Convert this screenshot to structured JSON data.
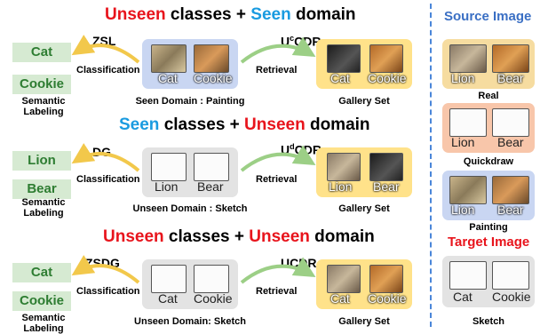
{
  "rows": [
    {
      "title": {
        "part1": "Unseen",
        "part2": " classes + ",
        "part3": "Seen",
        "part4": " domain"
      },
      "left_task": "ZSL",
      "left_arrow_label": "Classification",
      "right_task_main": "U",
      "right_task_sup": "c",
      "right_task_rest": "CDR",
      "right_arrow_label": "Retrieval",
      "chips": [
        "Cat",
        "Cookie"
      ],
      "semantic_label": "Semantic Labeling",
      "domain_captions": [
        "Cat",
        "Cookie"
      ],
      "domain_label": "Seen Domain : Painting",
      "gallery_captions": [
        "Cat",
        "Cookie"
      ],
      "gallery_label": "Gallery Set"
    },
    {
      "title": {
        "part1": "Seen",
        "part2": " classes + ",
        "part3": "Unseen",
        "part4": " domain"
      },
      "left_task": "DG",
      "left_arrow_label": "Classification",
      "right_task_main": "U",
      "right_task_sup": "d",
      "right_task_rest": "CDR",
      "right_arrow_label": "Retrieval",
      "chips": [
        "Lion",
        "Bear"
      ],
      "semantic_label": "Semantic Labeling",
      "domain_captions": [
        "Lion",
        "Bear"
      ],
      "domain_label": "Unseen Domain : Sketch",
      "gallery_captions": [
        "Lion",
        "Bear"
      ],
      "gallery_label": "Gallery Set"
    },
    {
      "title": {
        "part1": "Unseen",
        "part2": " classes + ",
        "part3": "Unseen",
        "part4": " domain"
      },
      "left_task": "ZSDG",
      "left_arrow_label": "Classification",
      "right_task_main": "UCDR",
      "right_task_sup": "",
      "right_task_rest": "",
      "right_arrow_label": "Retrieval",
      "chips": [
        "Cat",
        "Cookie"
      ],
      "semantic_label": "Semantic Labeling",
      "domain_captions": [
        "Cat",
        "Cookie"
      ],
      "domain_label": "Unseen Domain: Sketch",
      "gallery_captions": [
        "Cat",
        "Cookie"
      ],
      "gallery_label": "Gallery Set"
    }
  ],
  "side": {
    "source_title": "Source Image",
    "target_title": "Target Image",
    "panels": [
      {
        "captions": [
          "Lion",
          "Bear"
        ],
        "label": "Real"
      },
      {
        "captions": [
          "Lion",
          "Bear"
        ],
        "label": "Quickdraw"
      },
      {
        "captions": [
          "Lion",
          "Bear"
        ],
        "label": "Painting"
      },
      {
        "captions": [
          "Cat",
          "Cookie"
        ],
        "label": "Sketch"
      }
    ]
  },
  "colors": {
    "red_text": "#e8141c",
    "blue_text": "#1a9be0",
    "arrow_yellow": "#f2c84b",
    "arrow_green": "#9ccf86",
    "chip_bg": "#d6ead2",
    "chip_text": "#2e7d32",
    "divider": "#4a86d9"
  }
}
